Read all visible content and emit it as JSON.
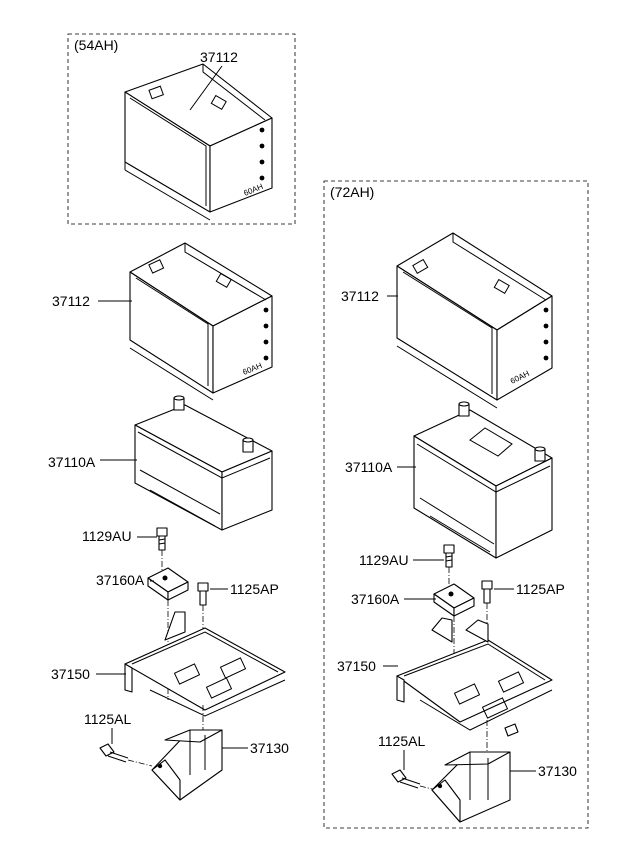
{
  "groups": {
    "left_box_label": "(54AH)",
    "right_box_label": "(72AH)"
  },
  "labels": {
    "l_tray_top": "37112",
    "l_tray": "37112",
    "l_battery": "37110A",
    "l_bolt_top": "1129AU",
    "l_clamp": "37160A",
    "l_bolt_side": "1125AP",
    "l_base": "37150",
    "l_bolt_bottom": "1125AL",
    "l_bracket": "37130",
    "r_tray": "37112",
    "r_battery": "37110A",
    "r_bolt_top": "1129AU",
    "r_clamp": "37160A",
    "r_bolt_side": "1125AP",
    "r_base": "37150",
    "r_bolt_bottom": "1125AL",
    "r_bracket": "37130"
  },
  "tray_marking": "60AH"
}
